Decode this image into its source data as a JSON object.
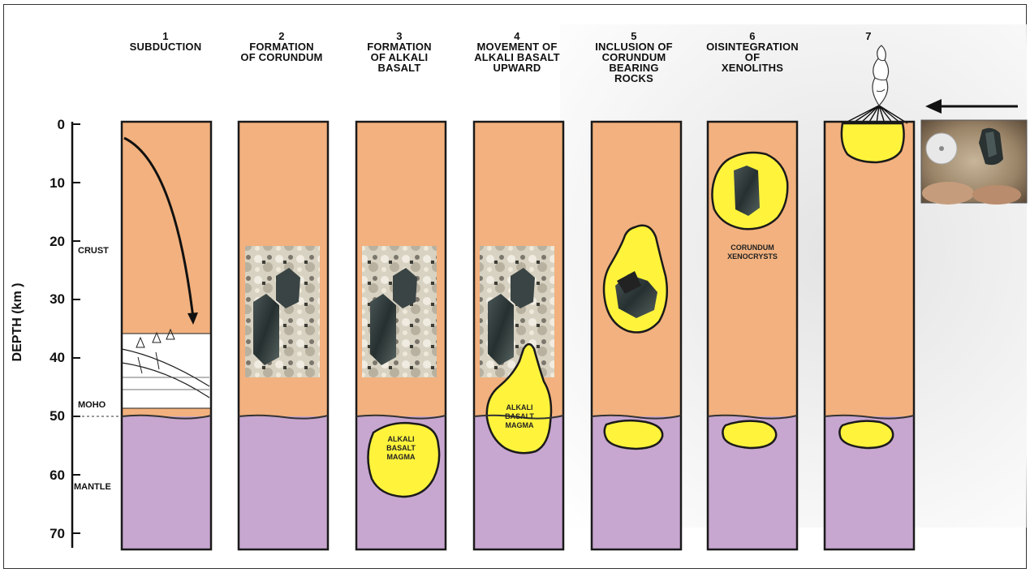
{
  "stages": [
    {
      "number": "1",
      "title": "SUBDUCTION"
    },
    {
      "number": "2",
      "title": "FORMATION\nOF CORUNDUM"
    },
    {
      "number": "3",
      "title": "FORMATION\nOF ALKALI\nBASALT"
    },
    {
      "number": "4",
      "title": "MOVEMENT OF\nALKALI BASALT\nUPWARD"
    },
    {
      "number": "5",
      "title": "INCLUSION OF\nCORUNDUM\nBEARING\nROCKS"
    },
    {
      "number": "6",
      "title": "OISINTEGRATION\nOF\nXENOLITHS"
    },
    {
      "number": "7",
      "title": ""
    }
  ],
  "axis": {
    "title": "DEPTH (km )",
    "ticks": [
      "0",
      "10",
      "20",
      "30",
      "40",
      "50",
      "60",
      "70"
    ]
  },
  "zones": {
    "crust": "CRUST",
    "moho": "MOHO",
    "mantle": "MANTLE"
  },
  "labels": {
    "magma_3": "ALKALI\nBASALT\nMAGMA",
    "magma_4": "ALKALI\nBASALT\nMAGMA",
    "xenocrysts": "CORUNDUM\nXENOCRYSTS"
  },
  "colors": {
    "crust": "#f2b17e",
    "mantle": "#c7a6d0",
    "magma": "#fff33c",
    "outline": "#1a1a1a"
  },
  "icons": {
    "arrow_left": "arrow-left-icon",
    "subduction_arrow": "curved-arrow-icon",
    "eruption": "volcanic-eruption-icon"
  }
}
